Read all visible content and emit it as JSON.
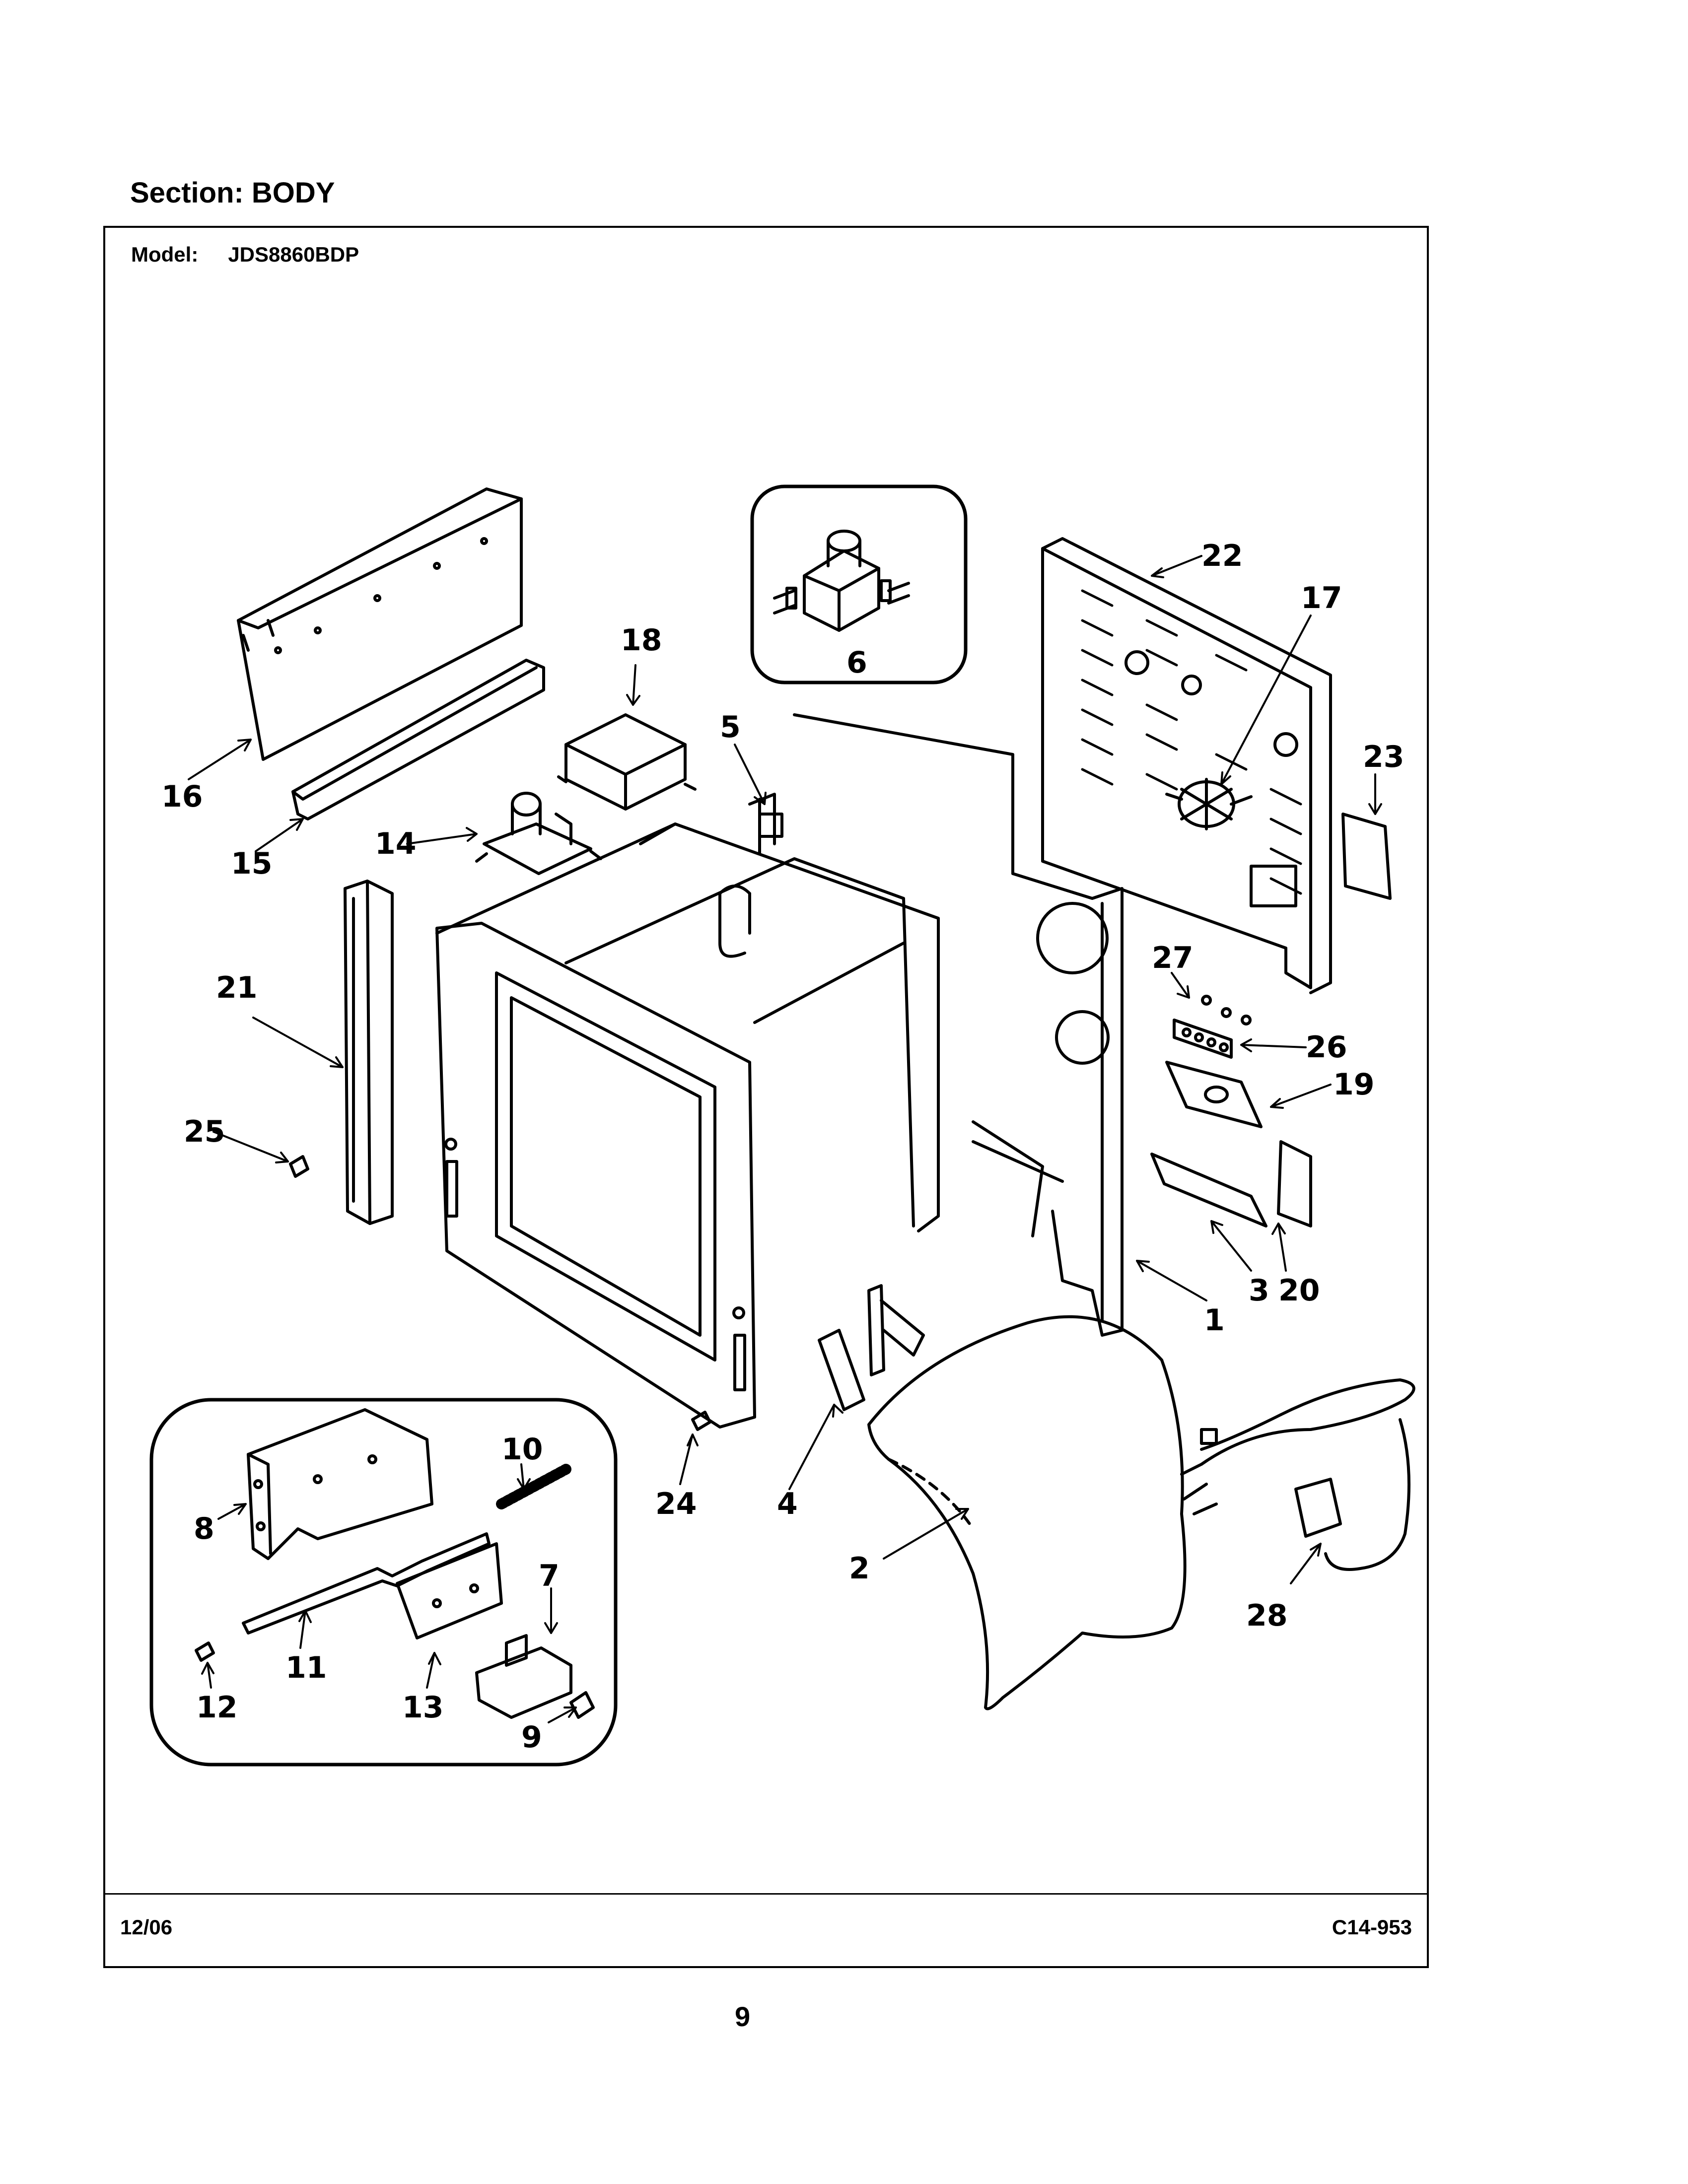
{
  "section_title": "Section:  BODY",
  "model": {
    "label": "Model:",
    "value": "JDS8860BDP"
  },
  "footer": {
    "date": "12/06",
    "code": "C14-953"
  },
  "page_number": "9",
  "callouts": {
    "c1": "1",
    "c2": "2",
    "c3": "3",
    "c4": "4",
    "c5": "5",
    "c6": "6",
    "c7": "7",
    "c8": "8",
    "c9": "9",
    "c10": "10",
    "c11": "11",
    "c12": "12",
    "c13": "13",
    "c14": "14",
    "c15": "15",
    "c16": "16",
    "c17": "17",
    "c18": "18",
    "c19": "19",
    "c20": "20",
    "c21": "21",
    "c22": "22",
    "c23": "23",
    "c24": "24",
    "c25": "25",
    "c26": "26",
    "c27": "27",
    "c28": "28"
  }
}
